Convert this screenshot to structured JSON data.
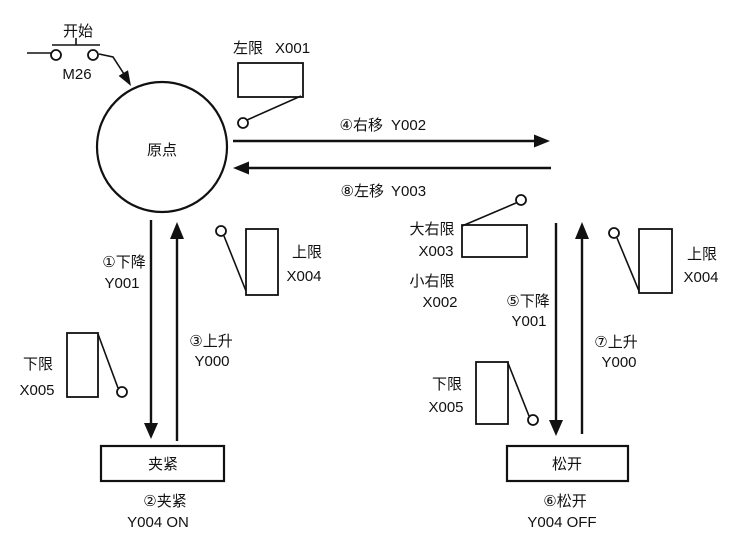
{
  "colors": {
    "ink": "#111111",
    "background": "#ffffff"
  },
  "start": {
    "label": "开始",
    "code": "M26"
  },
  "origin": {
    "label": "原点"
  },
  "limits": {
    "left": {
      "label": "左限",
      "code": "X001"
    },
    "upper_left": {
      "label": "上限",
      "code": "X004"
    },
    "lower_left": {
      "label": "下限",
      "code": "X005"
    },
    "big_right": {
      "label": "大右限",
      "code": "X003"
    },
    "small_right": {
      "label": "小右限",
      "code": "X002"
    },
    "upper_right": {
      "label": "上限",
      "code": "X004"
    },
    "lower_right": {
      "label": "下限",
      "code": "X005"
    }
  },
  "steps": {
    "descend_left": {
      "label": "①下降",
      "code": "Y001"
    },
    "clamp": {
      "label": "②夹紧",
      "code": "Y004 ON"
    },
    "ascend_left": {
      "label": "③上升",
      "code": "Y000"
    },
    "move_right": {
      "label": "④右移",
      "code": "Y002"
    },
    "descend_right": {
      "label": "⑤下降",
      "code": "Y001"
    },
    "release": {
      "label": "⑥松开",
      "code": "Y004 OFF"
    },
    "ascend_right": {
      "label": "⑦上升",
      "code": "Y000"
    },
    "move_left": {
      "label": "⑧左移",
      "code": "Y003"
    }
  },
  "stations": {
    "clamp": "夹紧",
    "release": "松开"
  }
}
